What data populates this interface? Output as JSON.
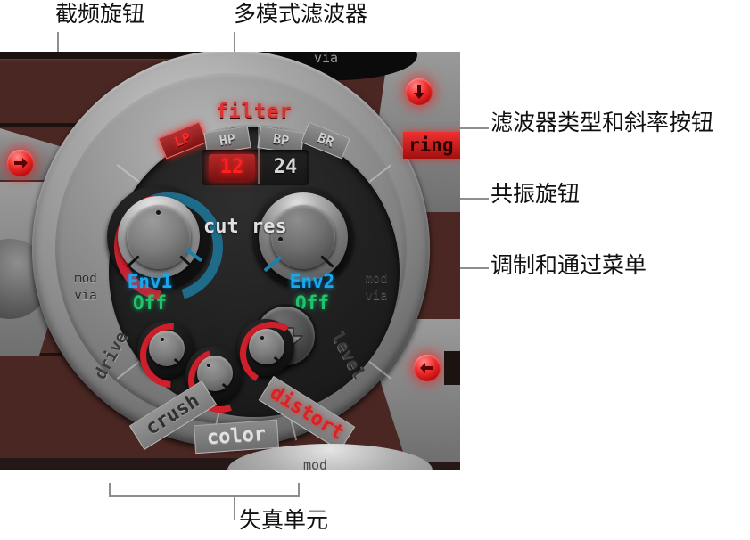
{
  "figure": {
    "type": "annotated-screenshot",
    "subject": "multimode filter and distortion section of a software synthesizer"
  },
  "annotations": [
    {
      "id": "cutoff",
      "text": "截频旋钮",
      "position": "top-left"
    },
    {
      "id": "multimode",
      "text": "多模式滤波器",
      "position": "top-right"
    },
    {
      "id": "filter-type",
      "text": "滤波器类型和斜率按钮",
      "position": "right"
    },
    {
      "id": "resonance",
      "text": "共振旋钮",
      "position": "right"
    },
    {
      "id": "mod-via",
      "text": "调制和通过菜单",
      "position": "right"
    },
    {
      "id": "distortion",
      "text": "失真单元",
      "position": "bottom"
    }
  ],
  "panel": {
    "section_title": "filter",
    "filter_types": [
      {
        "label": "LP",
        "active": true
      },
      {
        "label": "HP",
        "active": false
      },
      {
        "label": "BP",
        "active": false
      },
      {
        "label": "BR",
        "active": false
      }
    ],
    "slopes": [
      {
        "label": "12",
        "active": true
      },
      {
        "label": "24",
        "active": false
      }
    ],
    "knobs": {
      "cutoff_label": "cut",
      "resonance_label": "res"
    },
    "mod_left": {
      "mod_label": "mod",
      "via_label": "via",
      "source": "Env1",
      "amount": "Off"
    },
    "mod_right": {
      "mod_label": "mod",
      "via_label": "via",
      "source": "Env2",
      "amount": "Off"
    },
    "distortion": {
      "ring_labels": [
        "drive",
        "level"
      ],
      "tabs": [
        {
          "label": "crush",
          "active": false
        },
        {
          "label": "color",
          "active": false
        },
        {
          "label": "distort",
          "active": true
        }
      ]
    },
    "misc_labels": {
      "via_top": "via",
      "mod_bottom": "mod",
      "ring": "ring"
    },
    "led_buttons": [
      {
        "name": "right-arrow",
        "glyph": "→"
      },
      {
        "name": "down-arrow",
        "glyph": "↓"
      },
      {
        "name": "left-arrow",
        "glyph": "←"
      }
    ]
  },
  "colors": {
    "accent_red": "#ff2a2a",
    "accent_cyan": "#18a8ee",
    "accent_green": "#1fc46e",
    "panel_wood": "#4a2723",
    "metal": "#8e8e8e"
  }
}
